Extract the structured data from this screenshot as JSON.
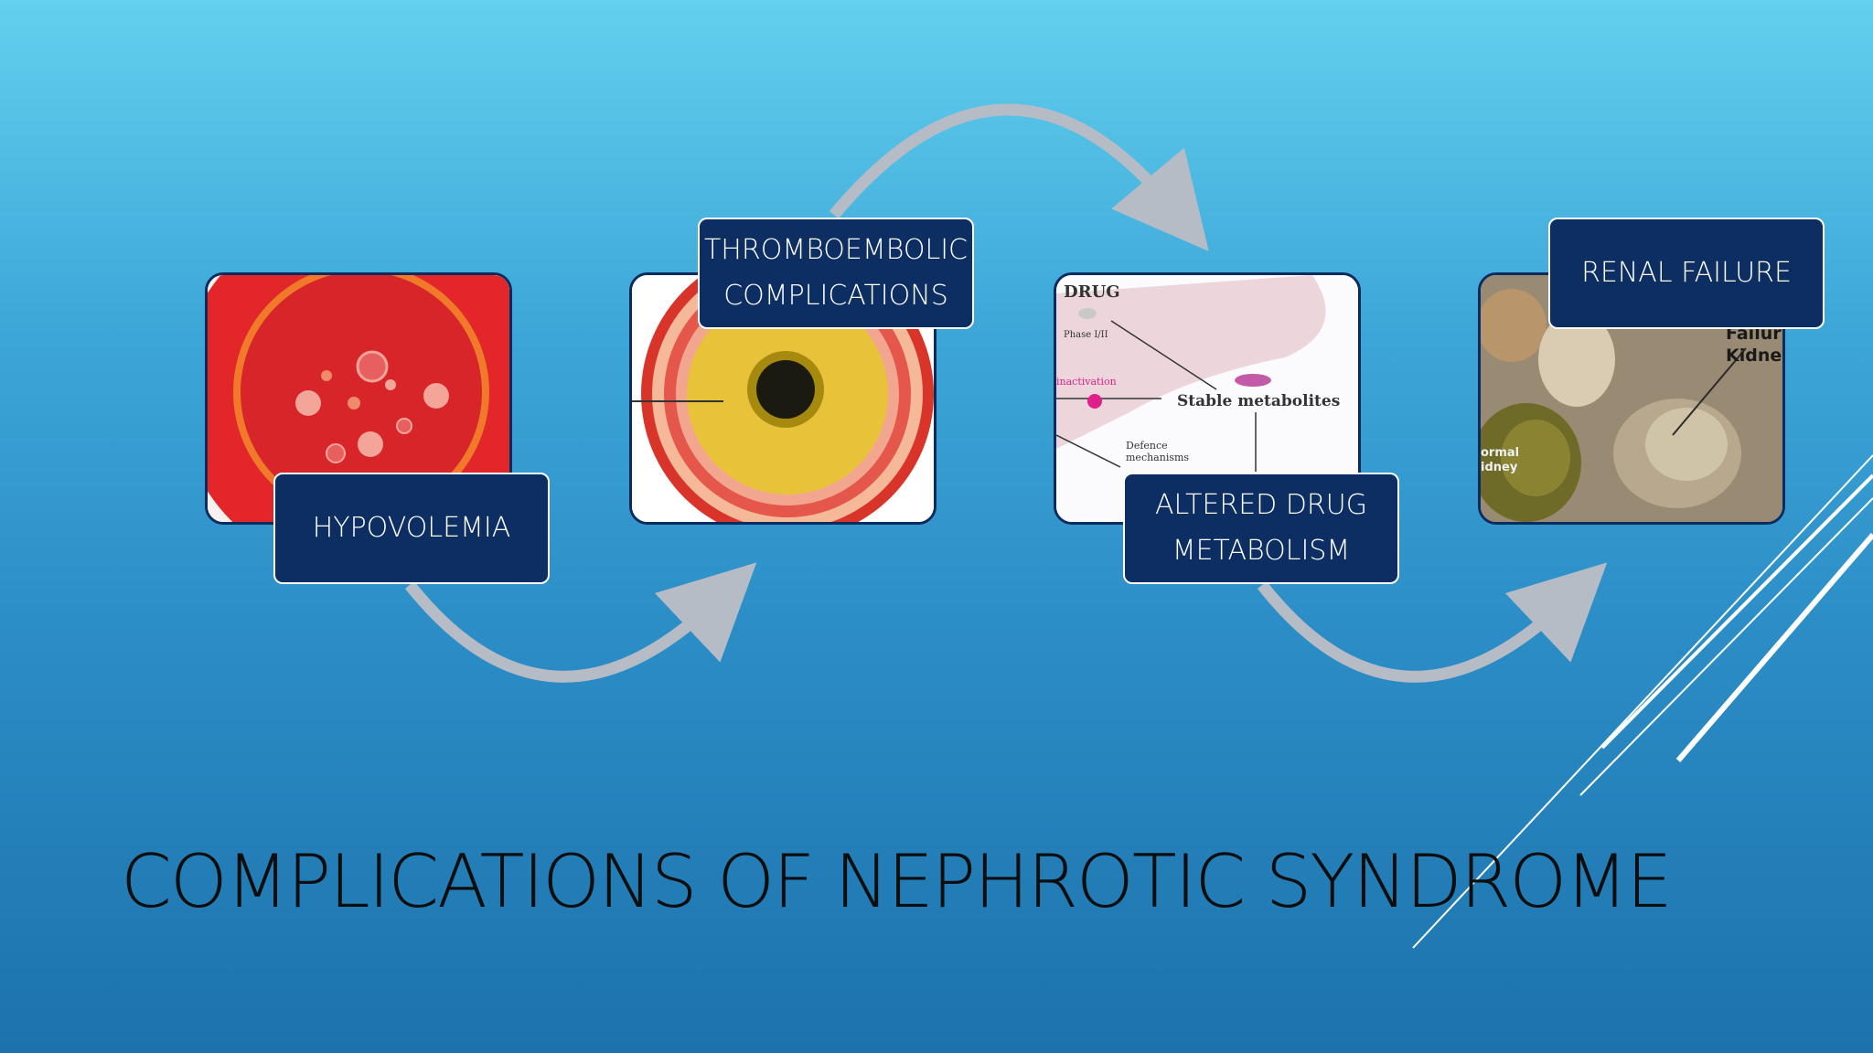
{
  "slide": {
    "title": "COMPLICATIONS OF NEPHROTIC SYNDROME",
    "accent_color": "#0d2e62",
    "arrow_color": "#b6bcc6",
    "steps": [
      {
        "label": "HYPOVOLEMIA",
        "image": "red-blood-cell-illustration"
      },
      {
        "line1": "THROMBOEMBOLIC",
        "line2": "COMPLICATIONS",
        "image": "artery-cross-section-illustration"
      },
      {
        "line1": "ALTERED DRUG",
        "line2": "METABOLISM",
        "image": "drug-metabolism-diagram"
      },
      {
        "label": "RENAL FAILURE",
        "image": "kidney-photo"
      }
    ],
    "drug_diagram": {
      "drug": "DRUG",
      "phase": "Phase I/II",
      "inactivation": "inactivation",
      "stable": "Stable metabolites",
      "defence1": "Defence",
      "defence2": "mechanisms"
    },
    "kidney_photo": {
      "failure1": "Failur",
      "failure2": "Kidney",
      "normal1": "ormal",
      "normal2": "idney"
    }
  }
}
